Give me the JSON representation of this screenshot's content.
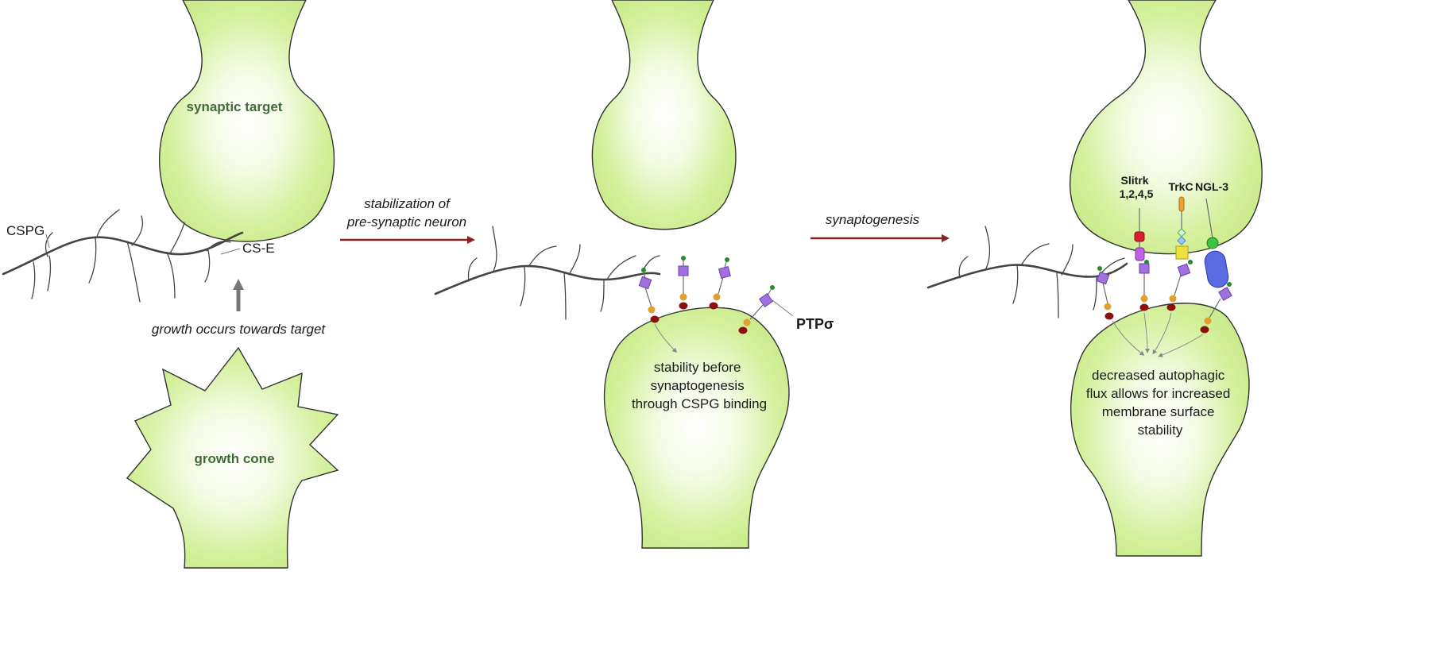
{
  "panel1": {
    "target_label": "synaptic target",
    "cspg_label": "CSPG",
    "cse_label": "CS-E",
    "growth_text": "growth occurs towards target",
    "cone_label": "growth cone"
  },
  "arrow1": {
    "line1": "stabilization of",
    "line2": "pre-synaptic neuron"
  },
  "panel2": {
    "receptor_label": "PTPσ",
    "caption": [
      "stability before",
      "synaptogenesis",
      "through CSPG binding"
    ]
  },
  "arrow2": {
    "label": "synaptogenesis"
  },
  "panel3": {
    "slitrk_line1": "Slitrk",
    "slitrk_line2": "1,2,4,5",
    "trkc_label": "TrkC",
    "ngl3_label": "NGL-3",
    "caption": [
      "decreased autophagic",
      "flux allows for increased",
      "membrane surface",
      "stability"
    ]
  },
  "colors": {
    "cell_fill": "#d4f09c",
    "arrow_red": "#8b2020",
    "arrow_gray": "#777777",
    "label_green": "#3f6b34",
    "ptp_purple": "#a070e0",
    "dot_orange": "#e0a030",
    "dot_darkred": "#8b1010",
    "dot_green": "#2a8a2a",
    "ngl3_blue": "#5a6ae0"
  }
}
